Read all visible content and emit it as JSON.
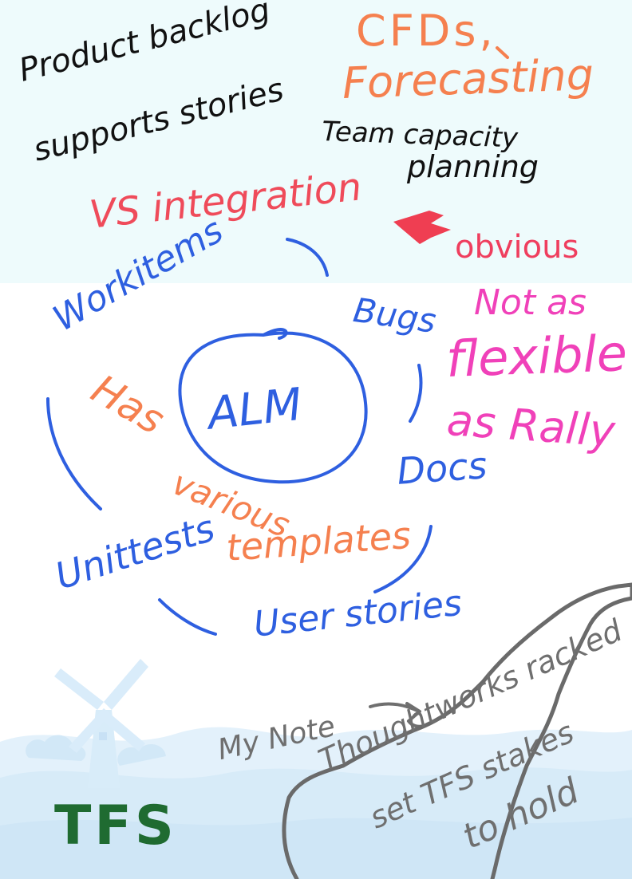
{
  "notes": {
    "product_backlog": "Product backlog",
    "supports_stories": "supports stories",
    "cfds": "CFDs,",
    "forecasting": "Forecasting",
    "team_capacity": "Team capacity",
    "planning": "planning",
    "vs_integration": "VS integration",
    "obvious": "obvious",
    "not_as": "Not as",
    "flexible": "flexible",
    "as_rally": "as Rally",
    "center": "ALM",
    "workitems": "Workitems",
    "bugs": "Bugs",
    "docs": "Docs",
    "unittests": "Unittests",
    "user_stories": "User stories",
    "has": "Has",
    "various": "various",
    "templates": "templates",
    "my_note": "My Note",
    "thoughtworks": "Thoughtworks racked",
    "set_tfs": "set TFS stakes",
    "to_hold": "to hold",
    "tfs": "TFS"
  },
  "colors": {
    "top_band": "#eefbfc",
    "black": "#111111",
    "orange": "#f5804f",
    "red": "#ef4b5a",
    "pink": "#f041b9",
    "blue": "#2e5fe0",
    "gray": "#6f6f6f",
    "green": "#1f6b31"
  },
  "decorations": {
    "background_art": "windmill-landscape",
    "pointer_icon": "arrow-icon"
  }
}
